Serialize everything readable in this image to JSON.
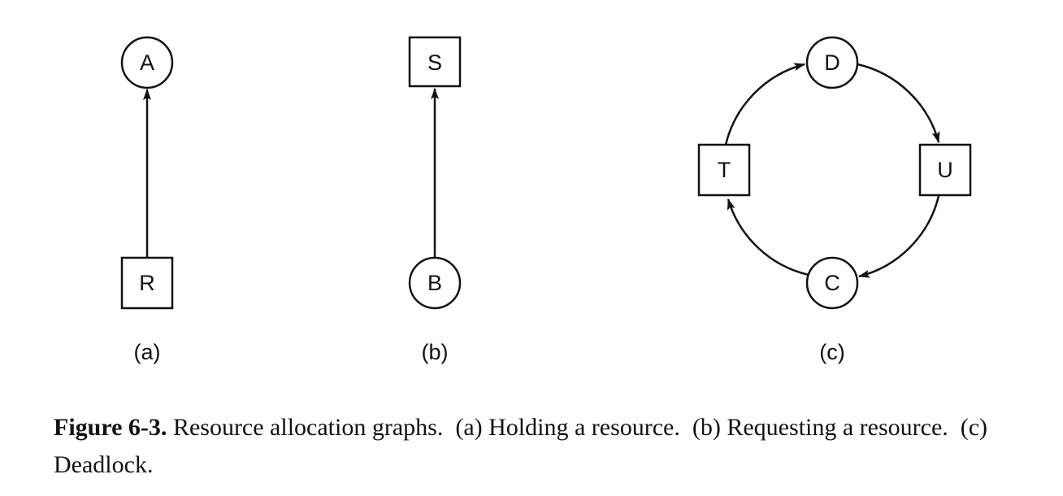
{
  "diagram": {
    "panel_a": {
      "nodes": {
        "top": "A",
        "bottom": "R"
      },
      "label": "(a)"
    },
    "panel_b": {
      "nodes": {
        "top": "S",
        "bottom": "B"
      },
      "label": "(b)"
    },
    "panel_c": {
      "nodes": {
        "top": "D",
        "right": "U",
        "bottom": "C",
        "left": "T"
      },
      "label": "(c)"
    }
  },
  "caption": {
    "figure_number": "Figure 6-3.",
    "text": "Resource allocation graphs.  (a) Holding a resource.  (b) Requesting a resource.  (c) Deadlock."
  }
}
